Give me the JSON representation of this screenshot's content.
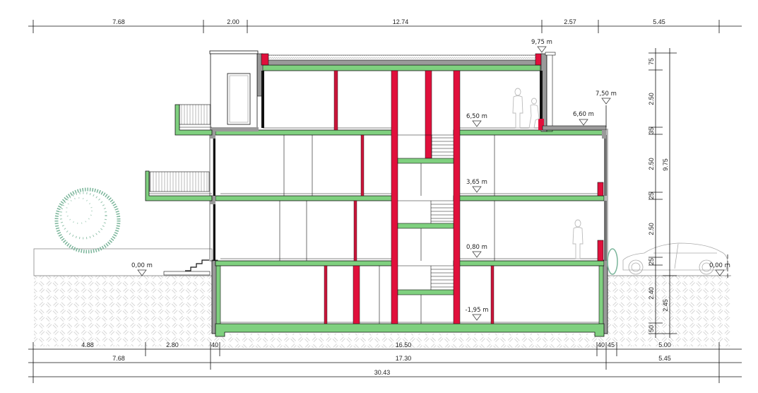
{
  "drawing": {
    "type": "building-section",
    "colors": {
      "slab": "#7fd07f",
      "column": "#e0103c",
      "wall_gray": "#9a9a9a",
      "outline": "#111111",
      "soil_hatch": "#d8d8d8",
      "tree": "#6aa88a",
      "figure": "#bbbbbb"
    }
  },
  "dimensions_top": [
    {
      "label": "7.68"
    },
    {
      "label": "2.00"
    },
    {
      "label": "12.74"
    },
    {
      "label": "2.57"
    },
    {
      "label": "5.45"
    }
  ],
  "dimensions_bottom_row1": [
    {
      "label": "4.88"
    },
    {
      "label": "2.80"
    },
    {
      "label": "40"
    },
    {
      "label": "16.50"
    },
    {
      "label": "40"
    },
    {
      "label": "45"
    },
    {
      "label": "5.00"
    }
  ],
  "dimensions_bottom_row2": [
    {
      "label": "7.68"
    },
    {
      "label": "17.30"
    },
    {
      "label": "5.45"
    }
  ],
  "dimensions_bottom_row3": [
    {
      "label": "30.43"
    }
  ],
  "dimensions_right_inner": [
    {
      "label": "75"
    },
    {
      "label": "2.50"
    },
    {
      "label": "35"
    },
    {
      "label": "2.50"
    },
    {
      "label": "25"
    },
    {
      "label": "2.50"
    },
    {
      "label": "25"
    },
    {
      "label": "2.40"
    },
    {
      "label": "50"
    }
  ],
  "dimensions_right_outer": [
    {
      "label": "9.75"
    },
    {
      "label": "2.45"
    }
  ],
  "levels": [
    {
      "label": "9,75 m"
    },
    {
      "label": "7,50 m"
    },
    {
      "label": "6,60 m"
    },
    {
      "label": "6,50 m"
    },
    {
      "label": "3,65 m"
    },
    {
      "label": "0,80 m"
    },
    {
      "label": "-1,95 m"
    },
    {
      "label": "0,00 m"
    },
    {
      "label": "0,00 m"
    }
  ]
}
